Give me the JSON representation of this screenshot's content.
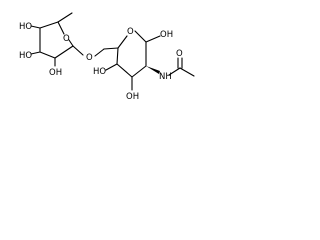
{
  "labels": {
    "ho_fucose_c4": "HO",
    "ho_fucose_c3": "HO",
    "oh_fucose_c2": "OH",
    "o_fucose_ring": "O",
    "o_glycosidic_link": "O",
    "o_glcnac_ring": "O",
    "oh_anomeric": "OH",
    "ho_glcnac_c4": "HO",
    "oh_glcnac_c3": "OH",
    "nh_amide": "NH",
    "o_carbonyl": "O"
  },
  "colors": {
    "ink": "#000000",
    "background": "#ffffff"
  }
}
